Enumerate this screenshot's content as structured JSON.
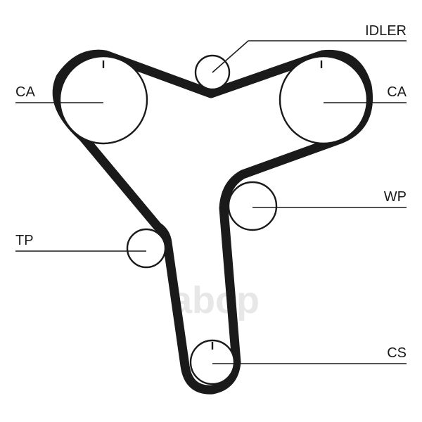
{
  "labels": {
    "idler": "IDLER",
    "ca_left": "CA",
    "ca_right": "CA",
    "wp": "WP",
    "tp": "TP",
    "cs": "CS"
  },
  "watermark": "abcp",
  "colors": {
    "ink": "#1a1a1a",
    "background": "#ffffff",
    "watermark": "#d4d4d4"
  }
}
